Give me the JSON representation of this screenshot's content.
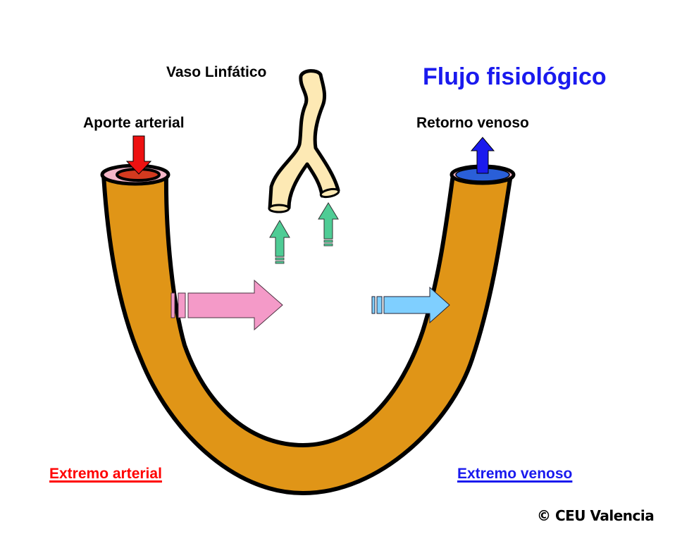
{
  "title": "Flujo fisiológico",
  "labels": {
    "lymphatic_vessel": "Vaso Linfático",
    "arterial_supply": "Aporte arterial",
    "venous_return": "Retorno venoso",
    "arterial_end": "Extremo arterial",
    "venous_end": "Extremo venoso"
  },
  "copyright": "© CEU Valencia",
  "colors": {
    "title": "#1a1aee",
    "capillary": "#e09517",
    "capillary_outline": "#000000",
    "lymphatic": "#fde9b4",
    "arterial_lumen": "#d33a1f",
    "arterial_rim": "#f4b6c8",
    "venous_lumen": "#2a5fd8",
    "arterial_arrow": "#ee1111",
    "venous_arrow": "#1a1aee",
    "filtration_arrow": "#f49ac8",
    "reabsorption_arrow": "#7fcfff",
    "lymph_arrow": "#4fcc95",
    "arterial_end_label": "#ff0000",
    "venous_end_label": "#1a1aee"
  },
  "flows": [
    {
      "name": "arterial-inflow",
      "direction": "down"
    },
    {
      "name": "venous-outflow",
      "direction": "up"
    },
    {
      "name": "filtration",
      "direction": "right",
      "from": "capillary-arterial-limb"
    },
    {
      "name": "reabsorption",
      "direction": "right",
      "to": "capillary-venous-limb"
    },
    {
      "name": "lymph-drainage-left",
      "direction": "up"
    },
    {
      "name": "lymph-drainage-right",
      "direction": "up"
    }
  ]
}
